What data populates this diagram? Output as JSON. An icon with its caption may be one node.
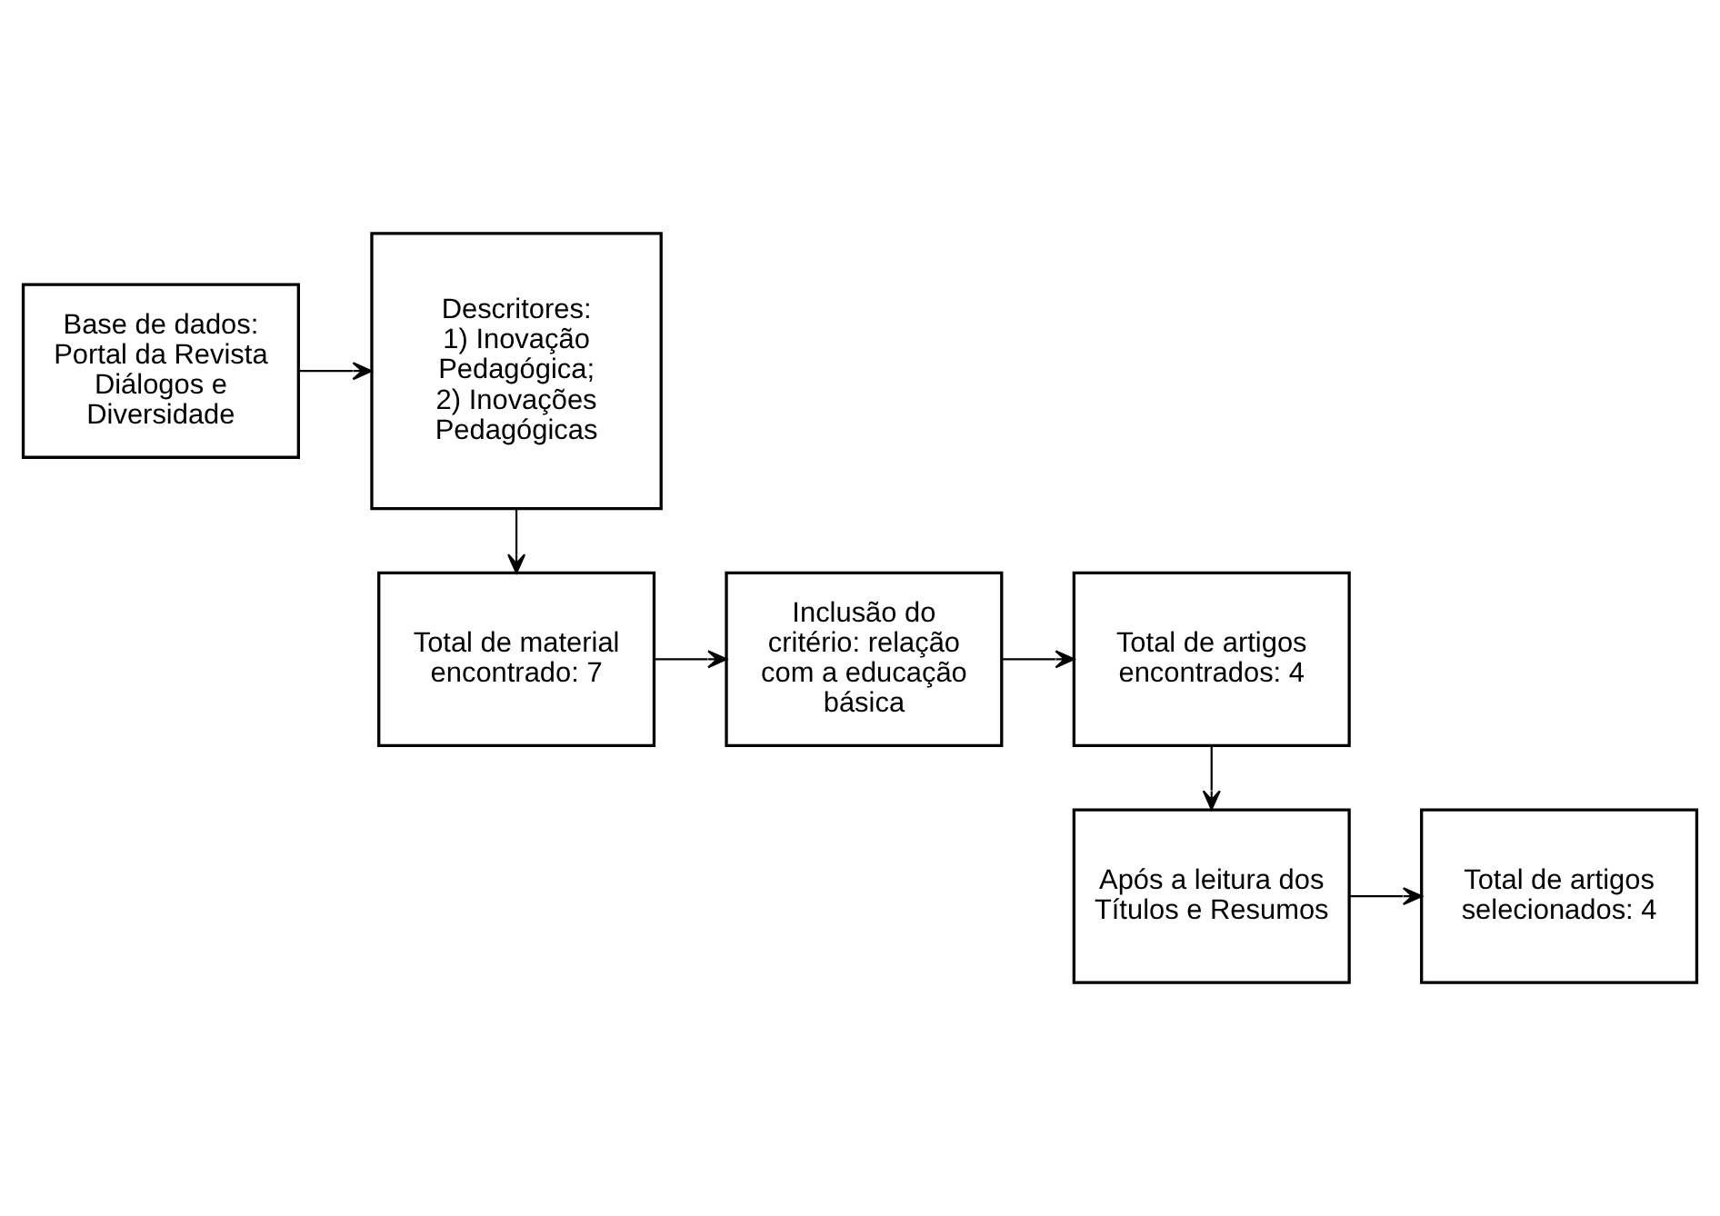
{
  "diagram": {
    "nodes": [
      {
        "text": [
          "Base de dados: Portal da Revista Diálogos e Diversidade"
        ]
      },
      {
        "text": [
          "Descritores:",
          "1) Inovação Pedagógica;",
          "2) Inovações Pedagógicas"
        ]
      },
      {
        "text": [
          "Total de material encontrado: 7"
        ]
      },
      {
        "text": [
          "Inclusão do critério: relação com a educação básica"
        ]
      },
      {
        "text": [
          "Total de artigos encontrados: 4"
        ]
      },
      {
        "text": [
          "Após a leitura dos Títulos e Resumos"
        ]
      },
      {
        "text": [
          "Total de artigos selecionados: 4"
        ]
      }
    ],
    "edges": [
      {
        "from": 0,
        "to": 1,
        "arrow": "to"
      },
      {
        "from": 1,
        "to": 2,
        "arrow": "to"
      },
      {
        "from": 2,
        "to": 3,
        "arrow": "to"
      },
      {
        "from": 3,
        "to": 4,
        "arrow": "to"
      },
      {
        "from": 4,
        "to": 5,
        "arrow": "to"
      },
      {
        "from": 5,
        "to": 6,
        "arrow": "to"
      }
    ]
  }
}
